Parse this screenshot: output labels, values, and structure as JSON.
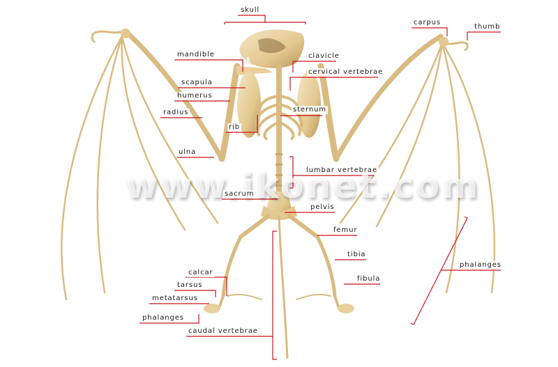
{
  "watermark": "www.ikonet.com",
  "colors": {
    "bone": "#e8cf9c",
    "bone_light": "#f3e2bc",
    "bone_shadow": "#b8955a",
    "leader_line": "#c8141e",
    "label_text": "#1a1a1a",
    "background": "#ffffff"
  },
  "labels": {
    "skull": "skull",
    "carpus": "carpus",
    "thumb": "thumb",
    "mandible": "mandible",
    "clavicle": "clavicle",
    "cervical_vertebrae": "cervical vertebrae",
    "scapula": "scapula",
    "humerus": "humerus",
    "radius": "radius",
    "sternum": "sternum",
    "rib": "rib",
    "ulna": "ulna",
    "lumbar_vertebrae": "lumbar vertebrae",
    "sacrum": "sacrum",
    "pelvis": "pelvis",
    "femur": "femur",
    "tibia": "tibia",
    "fibula": "fibula",
    "phalanges_wing": "phalanges",
    "calcar": "calcar",
    "tarsus": "tarsus",
    "metatarsus": "metatarsus",
    "phalanges_foot": "phalanges",
    "caudal_vertebrae": "caudal vertebrae"
  }
}
